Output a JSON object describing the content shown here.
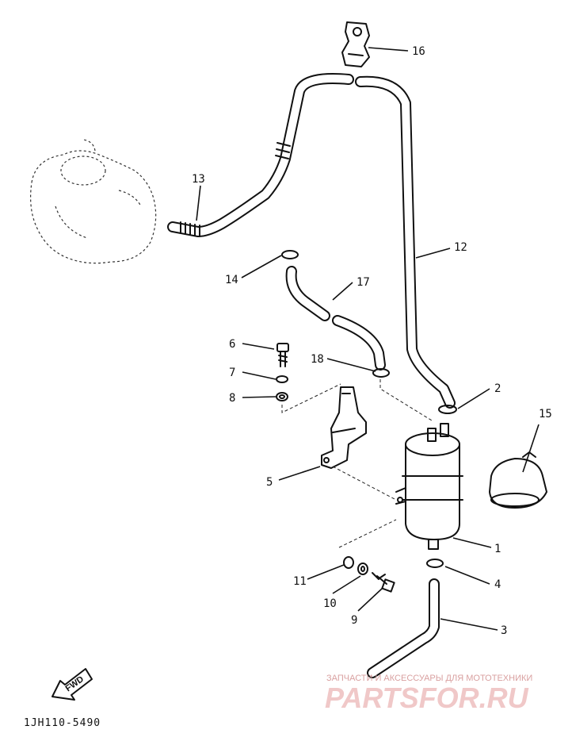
{
  "callouts": {
    "c1": "1",
    "c2": "2",
    "c3": "3",
    "c4": "4",
    "c5": "5",
    "c6": "6",
    "c7": "7",
    "c8": "8",
    "c9": "9",
    "c10": "10",
    "c11": "11",
    "c12": "12",
    "c13": "13",
    "c14": "14",
    "c15": "15",
    "c16": "16",
    "c17": "17",
    "c18": "18"
  },
  "footer": {
    "diagram_code": "1JH110-5490",
    "fwd_label": "FWD"
  },
  "watermark": {
    "tagline": "ЗАПЧАСТИ И АКСЕССУАРЫ ДЛЯ МОТОТЕХНИКИ",
    "brand": "PARTSFOR.RU"
  }
}
